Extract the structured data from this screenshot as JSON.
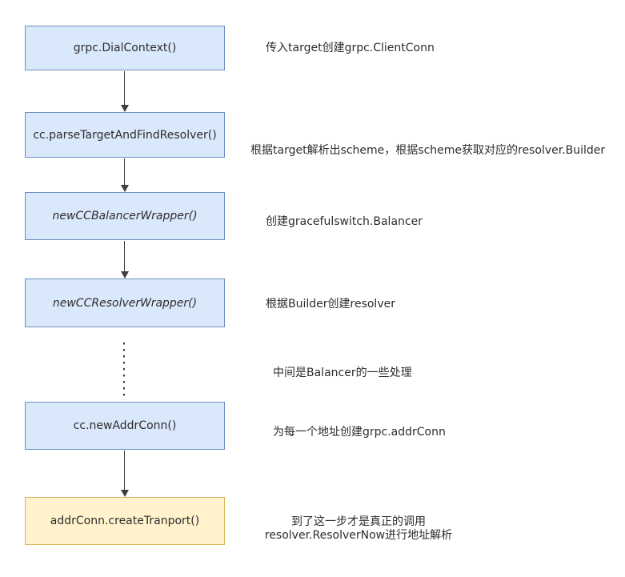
{
  "diagram": {
    "nodes": [
      {
        "label": "grpc.DialContext()",
        "style": "blue"
      },
      {
        "label": "cc.parseTargetAndFindResolver()",
        "style": "blue"
      },
      {
        "label": "newCCBalancerWrapper()",
        "style": "blue-italic"
      },
      {
        "label": "newCCResolverWrapper()",
        "style": "blue-italic"
      },
      {
        "label": "cc.newAddrConn()",
        "style": "blue"
      },
      {
        "label": "addrConn.createTranport()",
        "style": "yellow"
      }
    ],
    "annotations": [
      {
        "text": "传入target创建grpc.ClientConn"
      },
      {
        "text": "根据target解析出scheme，根据scheme获取对应的resolver.Builder"
      },
      {
        "text": "创建gracefulswitch.Balancer"
      },
      {
        "text": "根据Builder创建resolver"
      },
      {
        "text": "中间是Balancer的一些处理"
      },
      {
        "text": "为每一个地址创建grpc.addrConn"
      },
      {
        "line1": "到了这一步才是真正的调用",
        "line2": "resolver.ResolverNow进行地址解析"
      }
    ],
    "colors": {
      "node_fill_blue": "#dae8fc",
      "node_border_blue": "#6c8ebf",
      "node_fill_yellow": "#fff2cc",
      "node_border_yellow": "#d6b656",
      "arrow": "#3f3f3f",
      "text": "#2d2d2d"
    }
  }
}
